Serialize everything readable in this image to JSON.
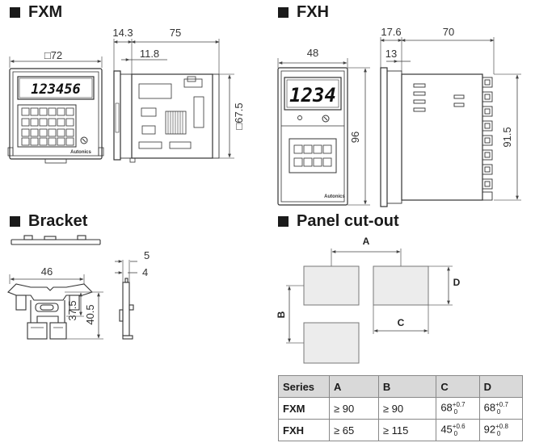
{
  "sections": {
    "fxm": "FXM",
    "fxh": "FXH",
    "bracket": "Bracket",
    "cutout": "Panel cut-out"
  },
  "fxm": {
    "width_label": "□72",
    "depth_front": "14.3",
    "depth_body": "75",
    "depth_inner": "11.8",
    "height_label": "□67.5",
    "display": "123456",
    "brand": "Autonics"
  },
  "fxh": {
    "width": "48",
    "height": "96",
    "depth_front": "17.6",
    "depth_body": "70",
    "depth_inner": "13",
    "height_body": "91.5",
    "display": "1234",
    "brand": "Autonics"
  },
  "bracket": {
    "width": "46",
    "height_a": "37.5",
    "height_b": "40.5",
    "thick_a": "5",
    "thick_b": "4"
  },
  "cutout": {
    "label_a": "A",
    "label_b": "B",
    "label_c": "C",
    "label_d": "D"
  },
  "table": {
    "headers": [
      "Series",
      "A",
      "B",
      "C",
      "D"
    ],
    "rows": [
      {
        "series": "FXM",
        "a": "≥ 90",
        "b": "≥ 90",
        "c": "68",
        "c_tol_top": "+0.7",
        "c_tol_bot": "0",
        "d": "68",
        "d_tol_top": "+0.7",
        "d_tol_bot": "0"
      },
      {
        "series": "FXH",
        "a": "≥ 65",
        "b": "≥ 115",
        "c": "45",
        "c_tol_top": "+0.6",
        "c_tol_bot": "0",
        "d": "92",
        "d_tol_top": "+0.8",
        "d_tol_bot": "0"
      }
    ]
  }
}
